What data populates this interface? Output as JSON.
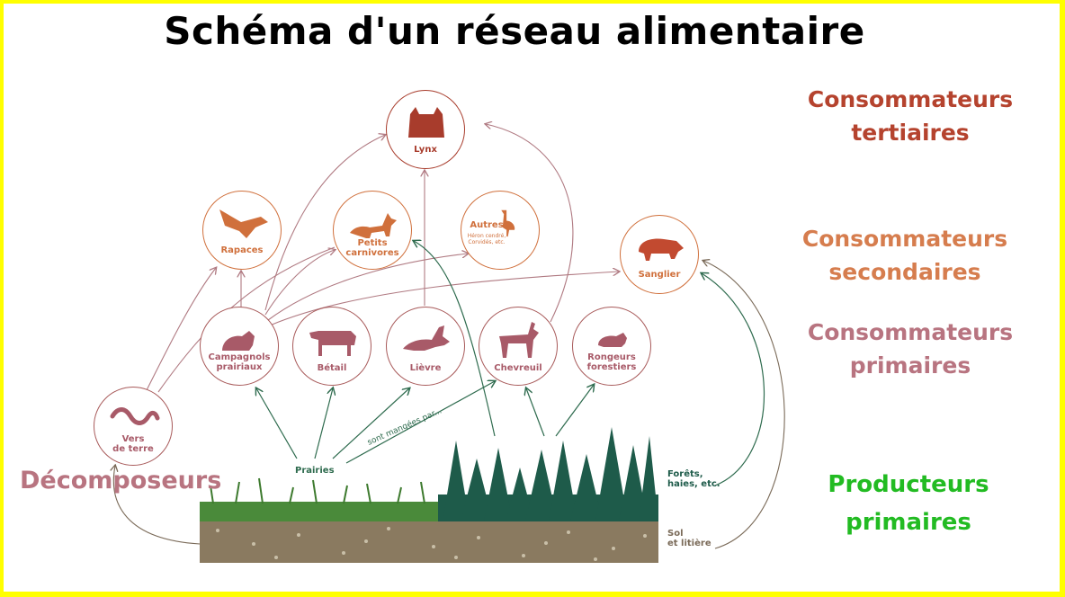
{
  "title": "Schéma d'un réseau alimentaire",
  "categories": {
    "tertiary": {
      "line1": "Consommateurs",
      "line2": "tertiaires",
      "color": "#b5432e"
    },
    "secondary": {
      "line1": "Consommateurs",
      "line2": "secondaires",
      "color": "#d67d4e"
    },
    "primary": {
      "line1": "Consommateurs",
      "line2": "primaires",
      "color": "#b87480"
    },
    "producers": {
      "line1": "Producteurs",
      "line2": "primaires",
      "color": "#22bb22"
    },
    "decomposers": {
      "label": "Décomposeurs",
      "color": "#b87480"
    }
  },
  "nodes": {
    "lynx": {
      "label": "Lynx",
      "icon": "lynx-icon"
    },
    "rapaces": {
      "label": "Rapaces",
      "icon": "eagle-icon"
    },
    "petits_carnivores": {
      "line1": "Petits",
      "line2": "carnivores",
      "icon": "fox-icon"
    },
    "autres": {
      "label": "Autres",
      "sub1": "Héron cendré,",
      "sub2": "Corvidés, etc.",
      "icon": "heron-icon"
    },
    "sanglier": {
      "label": "Sanglier",
      "icon": "boar-icon"
    },
    "campagnols": {
      "line1": "Campagnols",
      "line2": "prairiaux",
      "icon": "vole-icon"
    },
    "betail": {
      "label": "Bétail",
      "icon": "cow-icon"
    },
    "lievre": {
      "label": "Lièvre",
      "icon": "hare-icon"
    },
    "chevreuil": {
      "label": "Chevreuil",
      "icon": "deer-icon"
    },
    "rongeurs": {
      "line1": "Rongeurs",
      "line2": "forestiers",
      "icon": "mouse-icon"
    },
    "vers": {
      "line1": "Vers",
      "line2": "de terre",
      "icon": "worm-icon"
    }
  },
  "ground": {
    "prairies": "Prairies",
    "forets_line1": "Forêts,",
    "forets_line2": "haies, etc.",
    "sol_line1": "Sol",
    "sol_line2": "et litière",
    "arrow_caption": "sont mangées par..."
  },
  "colors": {
    "tertiary_node": "#a83c2c",
    "secondary_node": "#d0703c",
    "primary_node": "#a85a68",
    "forest": "#1e5b4a",
    "grass": "#4a8a3a",
    "soil": "#8a7a60",
    "arrow_primary": "#b07a82",
    "arrow_green": "#2e6b4e"
  }
}
